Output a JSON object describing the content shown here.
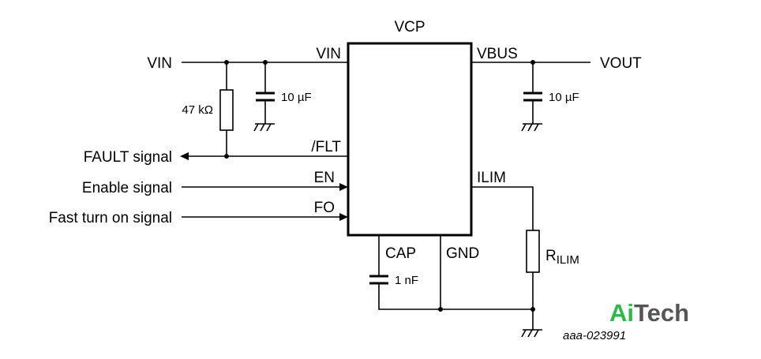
{
  "chip": {
    "name": "VCP",
    "pins": {
      "vin": "VIN",
      "flt": "/FLT",
      "en": "EN",
      "fo": "FO",
      "vbus": "VBUS",
      "ilim": "ILIM",
      "cap": "CAP",
      "gnd": "GND"
    }
  },
  "signals": {
    "vin_in": "VIN",
    "vout": "VOUT",
    "fault": "FAULT signal",
    "enable": "Enable signal",
    "fast_turn_on": "Fast turn on signal"
  },
  "components": {
    "pullup_resistor": "47 kΩ",
    "input_cap": "10 µF",
    "output_cap": "10 µF",
    "cap_pin_cap": "1 nF",
    "ilim_resistor_main": "R",
    "ilim_resistor_sub": "ILIM"
  },
  "figure_id": "aaa-023991",
  "watermark": {
    "part1": "Ai",
    "part2": "Tech",
    "color_green": "#2eb84a",
    "color_gray": "#555555"
  }
}
